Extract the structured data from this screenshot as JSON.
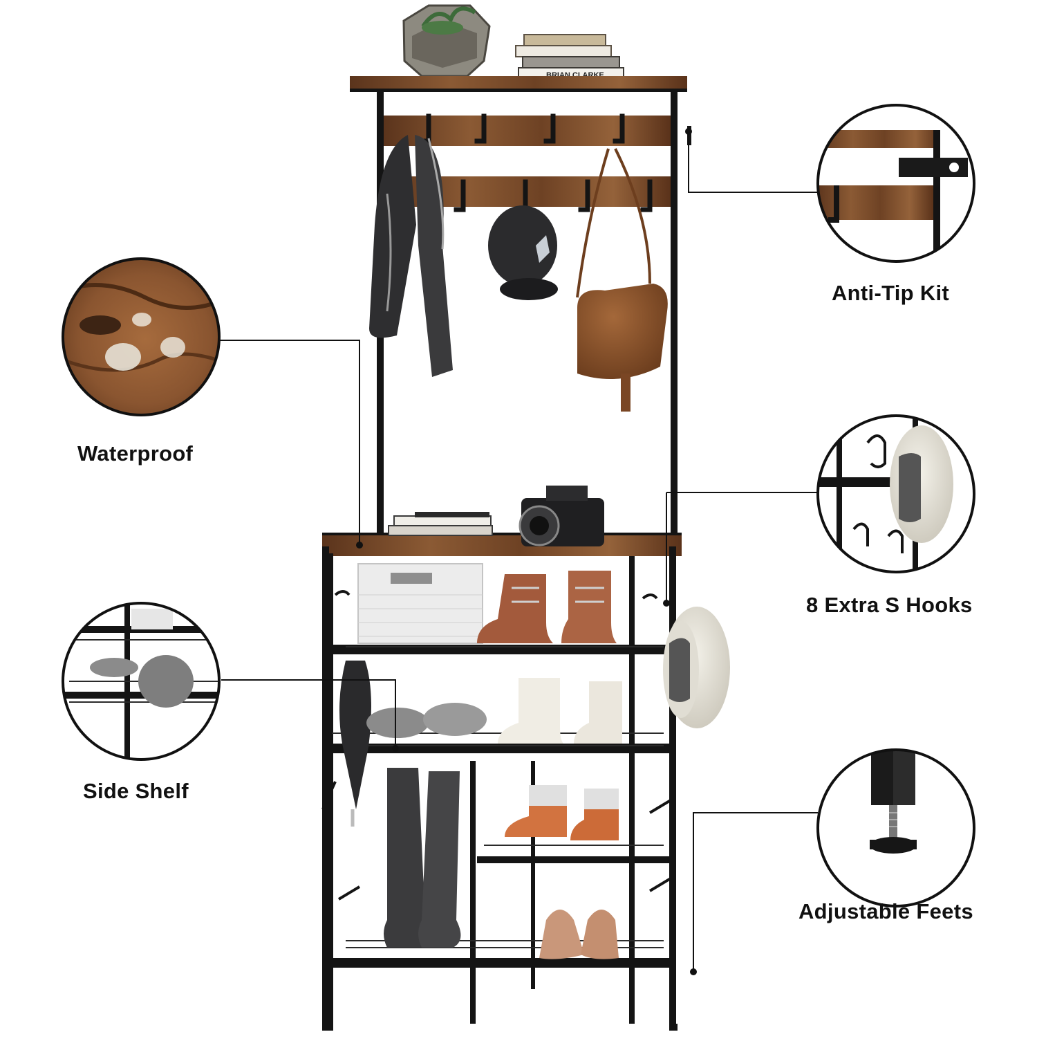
{
  "features": [
    {
      "id": "waterproof",
      "label": "Waterproof"
    },
    {
      "id": "side-shelf",
      "label": "Side Shelf"
    },
    {
      "id": "anti-tip",
      "label": "Anti-Tip Kit"
    },
    {
      "id": "s-hooks",
      "label": "8 Extra S Hooks"
    },
    {
      "id": "feet",
      "label": "Adjustable Feets"
    }
  ],
  "book_spines": [
    "BRIAN CLARKE"
  ],
  "colors": {
    "frame": "#141414",
    "wood": "#7a4a2a",
    "wood_dark": "#4f2e18",
    "leather": "#8a5530",
    "background": "#ffffff"
  }
}
